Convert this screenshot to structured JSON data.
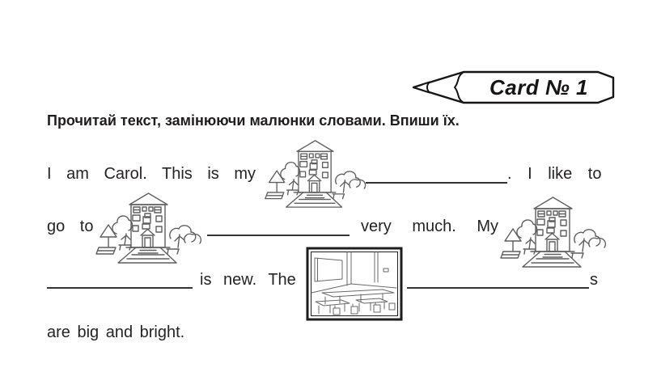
{
  "header": {
    "card_label": "Card № 1"
  },
  "instruction": "Прочитай текст, замінюючи малюнки словами. Впиши їх.",
  "sentence": {
    "line1_before": "I am Carol. This is my",
    "line1_after": ". I like to",
    "line2_before": "go to",
    "line2_after": "very much. My",
    "line3_mid": "is new. The",
    "line3_suffix": "s",
    "line4": "are big and bright."
  },
  "pictures": {
    "school_alt": "hand-drawn school building with trees and path",
    "classroom_alt": "framed drawing of a classroom with windows and desks"
  },
  "blanks": {
    "count": 4,
    "purpose": "write the word shown by the picture"
  },
  "colors": {
    "ink": "#232020",
    "sketch": "#5f5f5f",
    "frame": "#1d1d1d"
  }
}
